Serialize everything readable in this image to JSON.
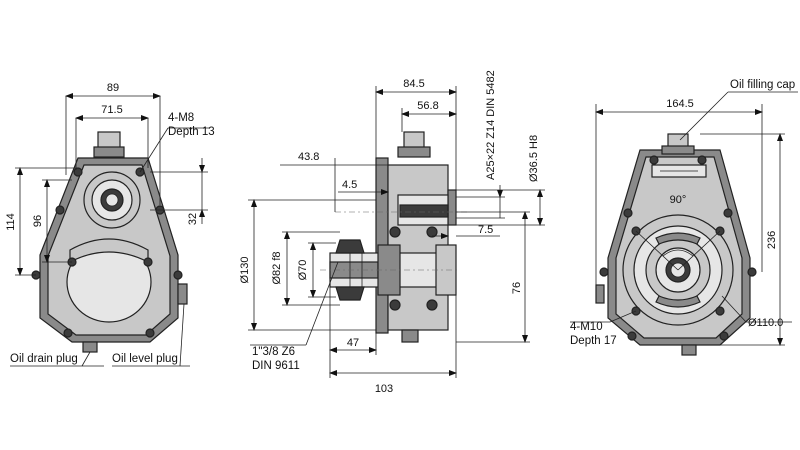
{
  "front_view": {
    "width_overall": "89",
    "width_inner": "71.5",
    "bolt_pattern": "4-M8",
    "bolt_depth": "Depth 13",
    "height_114": "114",
    "height_96": "96",
    "offset_32": "32",
    "oil_drain": "Oil drain plug",
    "oil_level": "Oil level plug"
  },
  "side_view": {
    "len_84_5": "84.5",
    "len_56_8": "56.8",
    "shaft_spec": "A25×22 Z14 DIN 5482",
    "bore_spec": "Ø36.5  H8",
    "len_43_8": "43.8",
    "len_4_5": "4.5",
    "len_7_5": "7.5",
    "dia_130": "Ø130",
    "dia_82": "Ø82  f8",
    "dia_70": "Ø70",
    "len_76": "76",
    "len_47": "47",
    "len_103": "103",
    "pto_spec": "1\"3/8 Z6",
    "pto_din": "DIN 9611"
  },
  "rear_view": {
    "width_164_5": "164.5",
    "oil_fill": "Oil filling cap",
    "angle": "90°",
    "height_236": "236",
    "bolt_pattern": "4-M10",
    "bolt_depth": "Depth 17",
    "dia_110": "Ø110.0"
  }
}
